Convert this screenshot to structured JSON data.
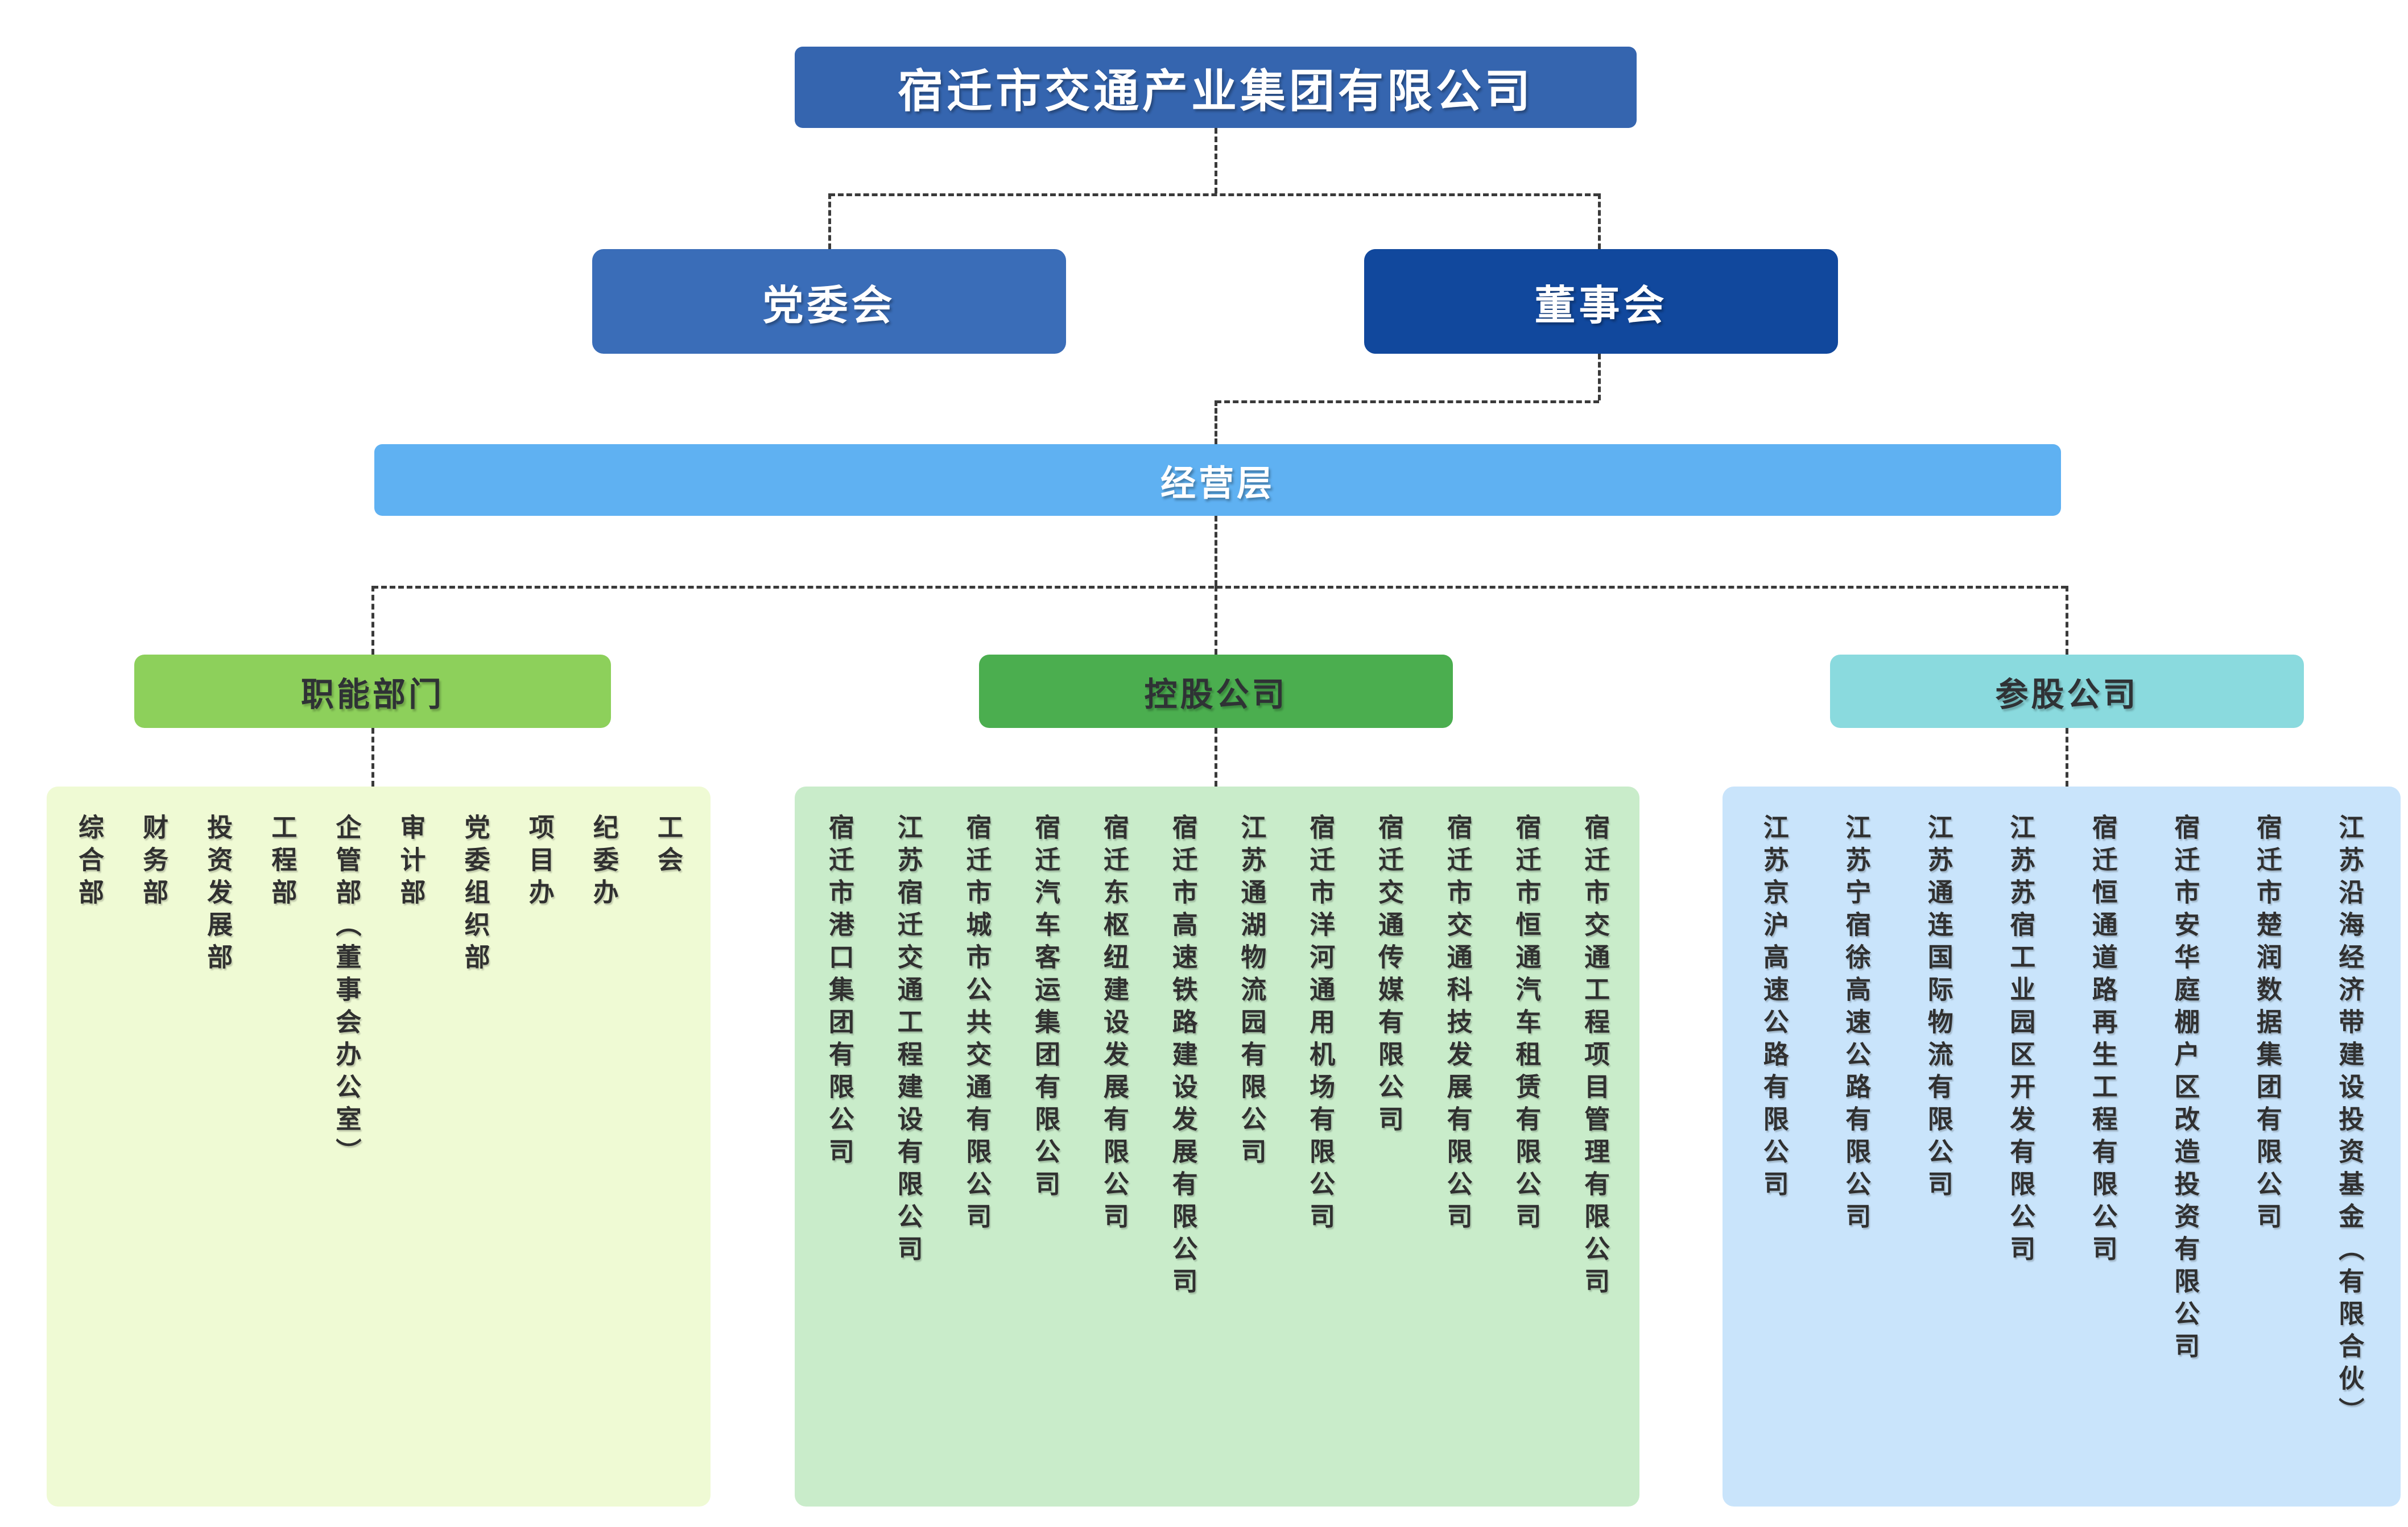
{
  "org_chart": {
    "root": {
      "label": "宿迁市交通产业集团有限公司",
      "color": "#3565af"
    },
    "party_committee": {
      "label": "党委会",
      "color": "#3a6db8"
    },
    "board": {
      "label": "董事会",
      "color": "#11489d"
    },
    "management": {
      "label": "经营层",
      "color": "#5fb1f2"
    },
    "branches": [
      {
        "header": "职能部门",
        "header_color": "#8dd05b",
        "panel_color": "#effad4",
        "items": [
          "综合部",
          "财务部",
          "投资发展部",
          "工程部",
          "企管部（董事会办公室）",
          "审计部",
          "党委组织部",
          "项目办",
          "纪委办",
          "工会"
        ]
      },
      {
        "header": "控股公司",
        "header_color": "#4bae4f",
        "panel_color": "#c9ecca",
        "items": [
          "宿迁市港口集团有限公司",
          "江苏宿迁交通工程建设有限公司",
          "宿迁市城市公共交通有限公司",
          "宿迁汽车客运集团有限公司",
          "宿迁东枢纽建设发展有限公司",
          "宿迁市高速铁路建设发展有限公司",
          "江苏通湖物流园有限公司",
          "宿迁市洋河通用机场有限公司",
          "宿迁交通传媒有限公司",
          "宿迁市交通科技发展有限公司",
          "宿迁市恒通汽车租赁有限公司",
          "宿迁市交通工程项目管理有限公司"
        ]
      },
      {
        "header": "参股公司",
        "header_color": "#8adade",
        "panel_color": "#c9e4fb",
        "items": [
          "江苏京沪高速公路有限公司",
          "江苏宁宿徐高速公路有限公司",
          "江苏通连国际物流有限公司",
          "江苏苏宿工业园区开发有限公司",
          "宿迁恒通道路再生工程有限公司",
          "宿迁市安华庭棚户区改造投资有限公司",
          "宿迁市楚润数据集团有限公司",
          "江苏沿海经济带建设投资基金（有限合伙）"
        ]
      }
    ],
    "connector_color": "#3a3a3a"
  }
}
